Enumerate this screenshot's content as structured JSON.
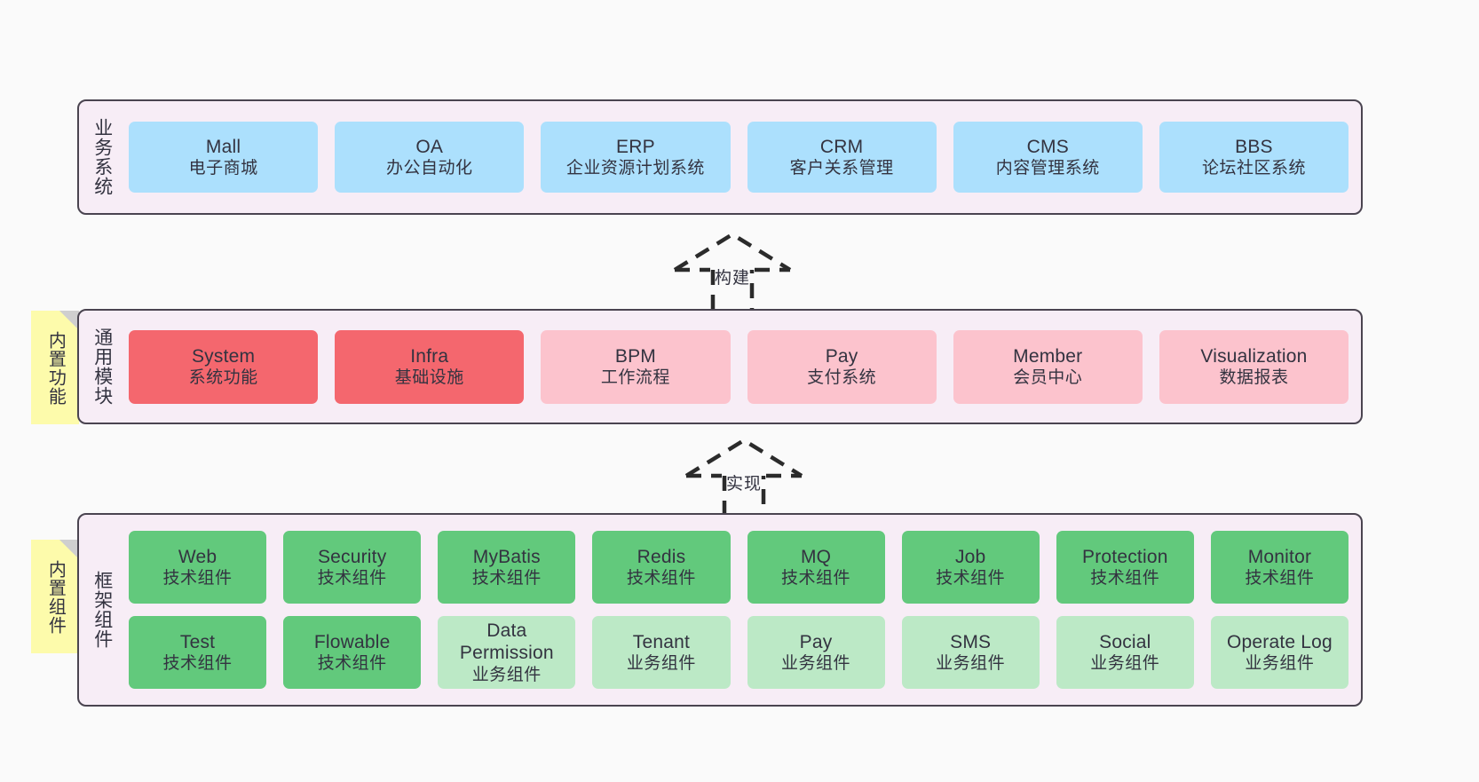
{
  "diagram": {
    "background_color": "#fafafa",
    "layer_background": "#f7edf6",
    "layer_border": "#4a4450",
    "palette": {
      "blue": "#ace0fd",
      "red": "#f4676e",
      "pink": "#fcc3cd",
      "green": "#62c97c",
      "light_green": "#bce9c6",
      "sticky_yellow": "#fdfbab",
      "sticky_fold": "#cfcfcf"
    }
  },
  "layers": {
    "business": {
      "title": "业务系统",
      "cards": [
        {
          "en": "Mall",
          "cn": "电子商城",
          "color": "blue"
        },
        {
          "en": "OA",
          "cn": "办公自动化",
          "color": "blue"
        },
        {
          "en": "ERP",
          "cn": "企业资源计划系统",
          "color": "blue"
        },
        {
          "en": "CRM",
          "cn": "客户关系管理",
          "color": "blue"
        },
        {
          "en": "CMS",
          "cn": "内容管理系统",
          "color": "blue"
        },
        {
          "en": "BBS",
          "cn": "论坛社区系统",
          "color": "blue"
        }
      ]
    },
    "modules": {
      "title": "通用模块",
      "sticky": "内置功能",
      "cards": [
        {
          "en": "System",
          "cn": "系统功能",
          "color": "red"
        },
        {
          "en": "Infra",
          "cn": "基础设施",
          "color": "red"
        },
        {
          "en": "BPM",
          "cn": "工作流程",
          "color": "pink"
        },
        {
          "en": "Pay",
          "cn": "支付系统",
          "color": "pink"
        },
        {
          "en": "Member",
          "cn": "会员中心",
          "color": "pink"
        },
        {
          "en": "Visualization",
          "cn": "数据报表",
          "color": "pink"
        }
      ]
    },
    "framework": {
      "title": "框架组件",
      "sticky": "内置组件",
      "row1": [
        {
          "en": "Web",
          "cn": "技术组件",
          "color": "green"
        },
        {
          "en": "Security",
          "cn": "技术组件",
          "color": "green"
        },
        {
          "en": "MyBatis",
          "cn": "技术组件",
          "color": "green"
        },
        {
          "en": "Redis",
          "cn": "技术组件",
          "color": "green"
        },
        {
          "en": "MQ",
          "cn": "技术组件",
          "color": "green"
        },
        {
          "en": "Job",
          "cn": "技术组件",
          "color": "green"
        },
        {
          "en": "Protection",
          "cn": "技术组件",
          "color": "green"
        },
        {
          "en": "Monitor",
          "cn": "技术组件",
          "color": "green"
        }
      ],
      "row2": [
        {
          "en": "Test",
          "cn": "技术组件",
          "color": "green"
        },
        {
          "en": "Flowable",
          "cn": "技术组件",
          "color": "green"
        },
        {
          "en": "Data Permission",
          "cn": "业务组件",
          "color": "light_green"
        },
        {
          "en": "Tenant",
          "cn": "业务组件",
          "color": "light_green"
        },
        {
          "en": "Pay",
          "cn": "业务组件",
          "color": "light_green"
        },
        {
          "en": "SMS",
          "cn": "业务组件",
          "color": "light_green"
        },
        {
          "en": "Social",
          "cn": "业务组件",
          "color": "light_green"
        },
        {
          "en": "Operate Log",
          "cn": "业务组件",
          "color": "light_green"
        }
      ]
    }
  },
  "connectors": [
    {
      "id": "build",
      "label": "构建",
      "style": "dashed-generalization",
      "direction": "up"
    },
    {
      "id": "impl",
      "label": "实现",
      "style": "dashed-generalization",
      "direction": "up"
    }
  ]
}
